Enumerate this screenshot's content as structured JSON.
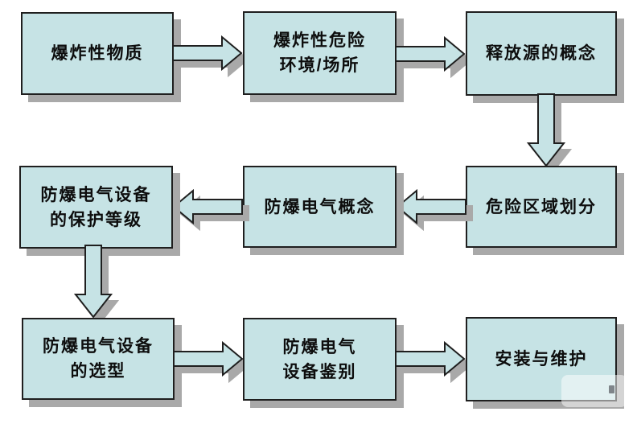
{
  "diagram_type": "flowchart",
  "language": "zh-CN",
  "nodes": [
    {
      "id": "explosive-substance",
      "lines": [
        "爆炸性物质"
      ]
    },
    {
      "id": "explosive-hazard-environment",
      "lines": [
        "爆炸性危险",
        "环境/场所"
      ]
    },
    {
      "id": "release-source-concept",
      "lines": [
        "释放源的概念"
      ]
    },
    {
      "id": "hazardous-area-classification",
      "lines": [
        "危险区域划分"
      ]
    },
    {
      "id": "explosion-proof-concept",
      "lines": [
        "防爆电气概念"
      ]
    },
    {
      "id": "equipment-protection-level",
      "lines": [
        "防爆电气设备",
        "的保护等级"
      ]
    },
    {
      "id": "equipment-selection",
      "lines": [
        "防爆电气设备",
        "的选型"
      ]
    },
    {
      "id": "equipment-identification",
      "lines": [
        "防爆电气",
        "设备鉴别"
      ]
    },
    {
      "id": "installation-maintenance",
      "lines": [
        "安装与维护"
      ]
    }
  ],
  "connectors": [
    {
      "from": "explosive-substance",
      "to": "explosive-hazard-environment",
      "direction": "right"
    },
    {
      "from": "explosive-hazard-environment",
      "to": "release-source-concept",
      "direction": "right"
    },
    {
      "from": "release-source-concept",
      "to": "hazardous-area-classification",
      "direction": "down"
    },
    {
      "from": "hazardous-area-classification",
      "to": "explosion-proof-concept",
      "direction": "left"
    },
    {
      "from": "explosion-proof-concept",
      "to": "equipment-protection-level",
      "direction": "left"
    },
    {
      "from": "equipment-protection-level",
      "to": "equipment-selection",
      "direction": "down"
    },
    {
      "from": "equipment-selection",
      "to": "equipment-identification",
      "direction": "right"
    },
    {
      "from": "equipment-identification",
      "to": "installation-maintenance",
      "direction": "right"
    }
  ],
  "colors": {
    "node_fill": "#c6e3e5",
    "node_border": "#1f1f1f",
    "shadow": "#a9a9a9",
    "text": "#0d0d0d",
    "background": "#ffffff"
  }
}
